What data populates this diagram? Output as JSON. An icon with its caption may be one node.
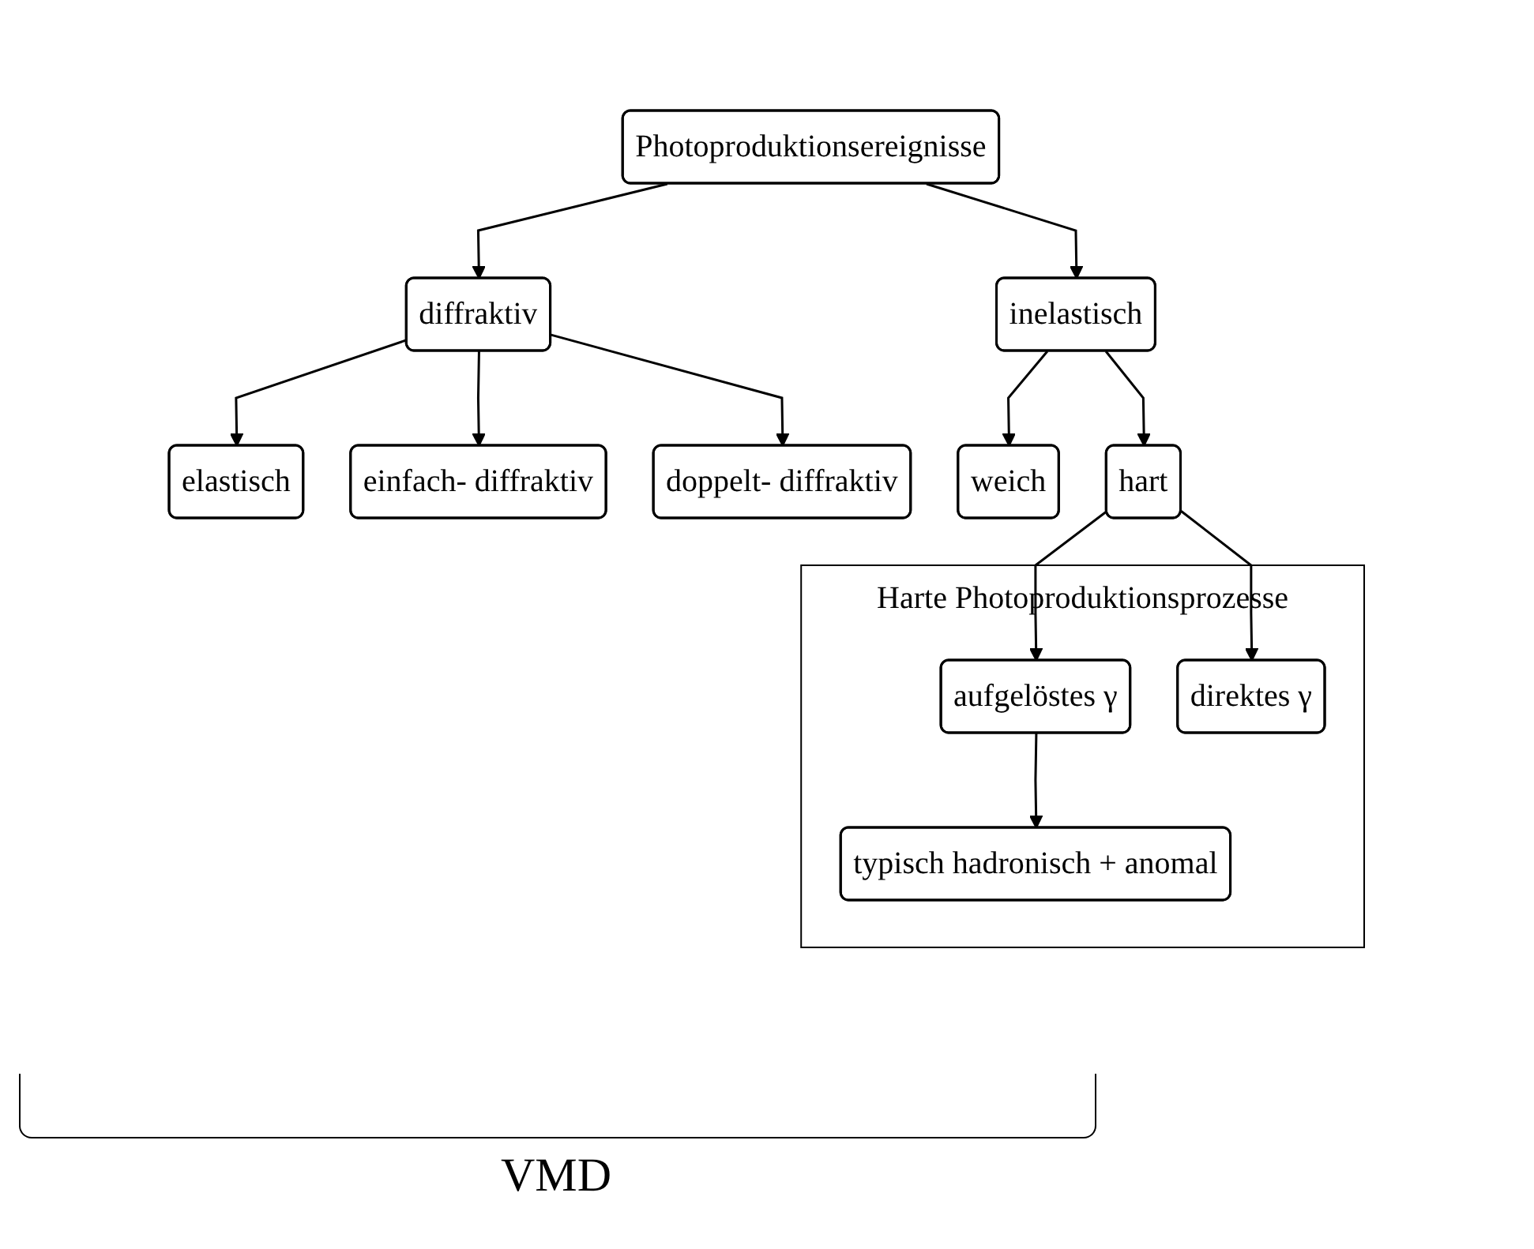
{
  "diagram": {
    "nodes": [
      {
        "text": [
          "Photoproduktionsereignisse"
        ]
      },
      {
        "text": [
          "diffraktiv"
        ]
      },
      {
        "text": [
          "inelastisch"
        ]
      },
      {
        "text": [
          "elastisch"
        ]
      },
      {
        "text": [
          "einfach- diffraktiv"
        ]
      },
      {
        "text": [
          "doppelt- diffraktiv"
        ]
      },
      {
        "text": [
          "weich"
        ]
      },
      {
        "text": [
          "hart"
        ]
      },
      {
        "text": [
          "Harte Photoproduktionsprozesse"
        ]
      },
      {
        "text": [
          "aufgelöstes γ"
        ],
        "in": 8
      },
      {
        "text": [
          "direktes γ"
        ],
        "in": 8
      },
      {
        "text": [
          "typisch hadronisch + anomal"
        ],
        "in": 8
      }
    ],
    "edges": [
      {
        "from": 0,
        "to": 1,
        "arrow": "to"
      },
      {
        "from": 0,
        "to": 2,
        "arrow": "to"
      },
      {
        "from": 1,
        "to": 3,
        "arrow": "to"
      },
      {
        "from": 1,
        "to": 4,
        "arrow": "to"
      },
      {
        "from": 1,
        "to": 5,
        "arrow": "to"
      },
      {
        "from": 2,
        "to": 6,
        "arrow": "to"
      },
      {
        "from": 2,
        "to": 7,
        "arrow": "to"
      },
      {
        "from": 7,
        "to": 9,
        "arrow": "to"
      },
      {
        "from": 7,
        "to": 10,
        "arrow": "to"
      },
      {
        "from": 9,
        "to": 11,
        "arrow": "to"
      }
    ],
    "labels": [
      "VMD"
    ]
  }
}
